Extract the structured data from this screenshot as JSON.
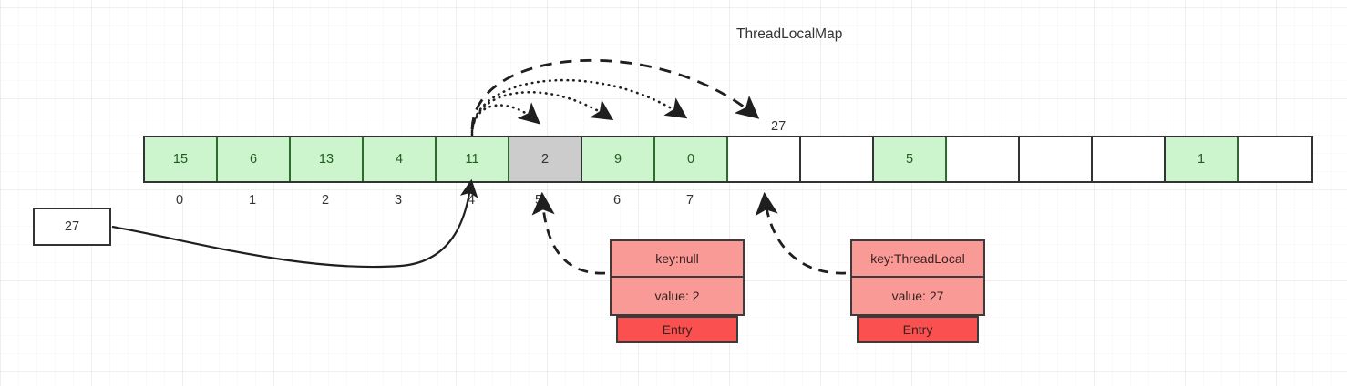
{
  "title": "ThreadLocalMap",
  "colors": {
    "occupied_cell": "#cdf5cd",
    "stale_cell": "#cccccc",
    "empty_cell": "#ffffff",
    "entry_kv": "#f99a96",
    "entry_label": "#fa504f",
    "outline": "#333333"
  },
  "source": {
    "value": "27"
  },
  "array": {
    "cells": [
      {
        "value": "15",
        "state": "green"
      },
      {
        "value": "6",
        "state": "green"
      },
      {
        "value": "13",
        "state": "green"
      },
      {
        "value": "4",
        "state": "green"
      },
      {
        "value": "11",
        "state": "green"
      },
      {
        "value": "2",
        "state": "gray"
      },
      {
        "value": "9",
        "state": "green"
      },
      {
        "value": "0",
        "state": "green"
      },
      {
        "value": "",
        "state": "empty"
      },
      {
        "value": "",
        "state": "empty"
      },
      {
        "value": "5",
        "state": "green"
      },
      {
        "value": "",
        "state": "empty"
      },
      {
        "value": "",
        "state": "empty"
      },
      {
        "value": "",
        "state": "empty"
      },
      {
        "value": "1",
        "state": "green"
      },
      {
        "value": "",
        "state": "empty"
      }
    ],
    "index_labels": [
      "0",
      "1",
      "2",
      "3",
      "4",
      "5",
      "6",
      "7"
    ]
  },
  "annotations": {
    "hash_target": "27"
  },
  "entries": [
    {
      "key": "key:null",
      "value": "value: 2",
      "label": "Entry"
    },
    {
      "key": "key:ThreadLocal",
      "value": "value: 27",
      "label": "Entry"
    }
  ]
}
